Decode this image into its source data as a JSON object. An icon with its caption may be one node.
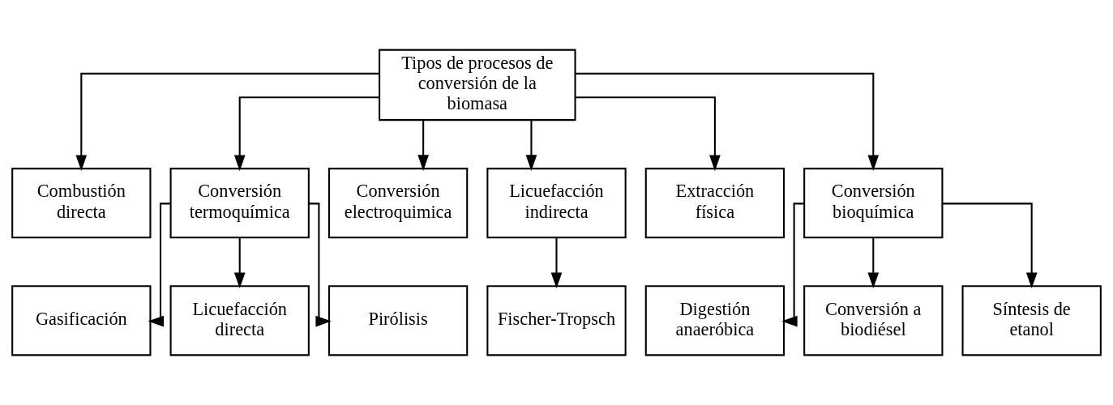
{
  "diagram": {
    "nodes": [
      {
        "text": [
          "Tipos de procesos de conversión de la biomasa"
        ]
      },
      {
        "text": [
          "Combustión directa"
        ]
      },
      {
        "text": [
          "Conversión termoquímica"
        ]
      },
      {
        "text": [
          "Conversión electroquimica"
        ]
      },
      {
        "text": [
          "Licuefacción indirecta"
        ]
      },
      {
        "text": [
          "Extracción física"
        ]
      },
      {
        "text": [
          "Conversión bioquímica"
        ]
      },
      {
        "text": [
          "Gasificación"
        ]
      },
      {
        "text": [
          "Licuefacción directa"
        ]
      },
      {
        "text": [
          "Pirólisis"
        ]
      },
      {
        "text": [
          "Fischer-Tropsch"
        ]
      },
      {
        "text": [
          "Digestión anaeróbica"
        ]
      },
      {
        "text": [
          "Conversión a biodiésel"
        ]
      },
      {
        "text": [
          "Síntesis de etanol"
        ]
      }
    ],
    "edges": [
      {
        "from": 0,
        "to": 1,
        "arrow": "to"
      },
      {
        "from": 0,
        "to": 2,
        "arrow": "to"
      },
      {
        "from": 0,
        "to": 3,
        "arrow": "to"
      },
      {
        "from": 0,
        "to": 4,
        "arrow": "to"
      },
      {
        "from": 0,
        "to": 5,
        "arrow": "to"
      },
      {
        "from": 0,
        "to": 6,
        "arrow": "to"
      },
      {
        "from": 2,
        "to": 7,
        "arrow": "to"
      },
      {
        "from": 2,
        "to": 8,
        "arrow": "to"
      },
      {
        "from": 2,
        "to": 9,
        "arrow": "to"
      },
      {
        "from": 4,
        "to": 10,
        "arrow": "to"
      },
      {
        "from": 6,
        "to": 11,
        "arrow": "to"
      },
      {
        "from": 6,
        "to": 12,
        "arrow": "to"
      },
      {
        "from": 6,
        "to": 13,
        "arrow": "to"
      }
    ]
  }
}
